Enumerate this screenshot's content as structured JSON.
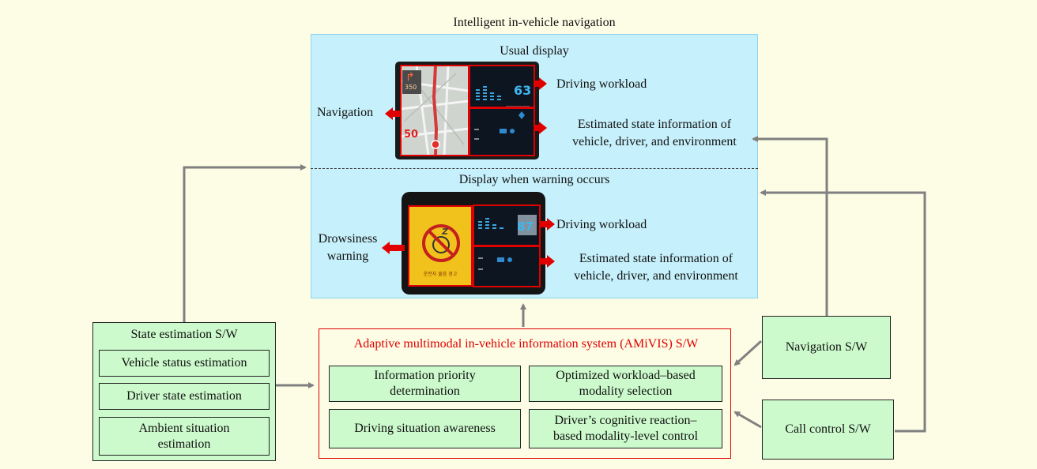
{
  "title": "Intelligent in-vehicle navigation",
  "usual_display": {
    "heading": "Usual display",
    "navigation_label": "Navigation",
    "driving_workload_label": "Driving workload",
    "estimated_state_line1": "Estimated state information of",
    "estimated_state_line2": "vehicle, driver, and environment",
    "screen_speed_limit": "50",
    "screen_turn_distance": "350",
    "screen_workload_value": "63"
  },
  "warning_display": {
    "heading": "Display when warning occurs",
    "drowsiness_line1": "Drowsiness",
    "drowsiness_line2": "warning",
    "driving_workload_label": "Driving workload",
    "estimated_state_line1": "Estimated state information of",
    "estimated_state_line2": "vehicle, driver, and environment",
    "screen_workload_value": "87",
    "screen_warning_text": "운전자 졸음 경고"
  },
  "state_estimation": {
    "title": "State estimation S/W",
    "items": [
      {
        "label": "Vehicle status estimation"
      },
      {
        "label": "Driver state estimation"
      },
      {
        "label_line1": "Ambient situation",
        "label_line2": "estimation"
      }
    ]
  },
  "amivis": {
    "title": "Adaptive multimodal in-vehicle information system (AMiVIS) S/W",
    "modules": [
      {
        "line1": "Information priority",
        "line2": "determination"
      },
      {
        "line1": "Optimized workload–based",
        "line2": "modality selection"
      },
      {
        "line1": "Driving situation awareness",
        "line2": ""
      },
      {
        "line1": "Driver’s cognitive reaction–",
        "line2": "based modality-level control"
      }
    ]
  },
  "navigation_sw": {
    "label": "Navigation S/W"
  },
  "call_control_sw": {
    "label": "Call control S/W"
  },
  "colors": {
    "background": "#fdfde6",
    "display_panel": "#c6f0fb",
    "green_box": "#ccfacc",
    "amivis_border": "#e00000",
    "arrow_gray": "#808080",
    "highlight_red": "#e00000",
    "warning_yellow": "#f2c21c"
  }
}
